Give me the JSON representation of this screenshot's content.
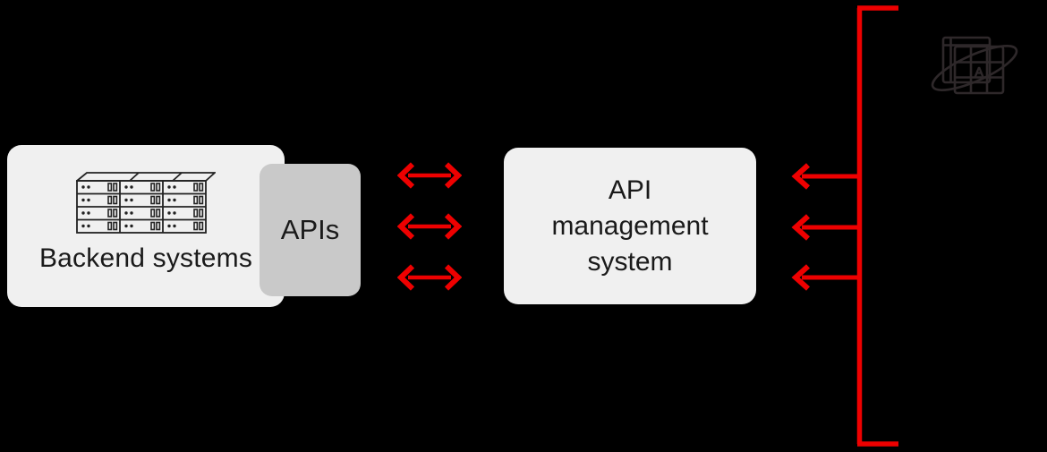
{
  "colors": {
    "background": "#000000",
    "arrow": "#ee0000",
    "box_light": "#f0f0f0",
    "box_gray": "#c9c9c9",
    "text": "#1a1a1a",
    "icon_stroke": "#2e282a"
  },
  "diagram": {
    "backend_box": {
      "label": "Backend systems",
      "icon": "server-rack-icon"
    },
    "apis_box": {
      "label": "APIs"
    },
    "management_box": {
      "lines": [
        "API",
        "management",
        "system"
      ]
    },
    "client_icon": "api-globe-icon",
    "arrows": {
      "bidirectional_count": 3,
      "inbound_count": 3
    }
  }
}
